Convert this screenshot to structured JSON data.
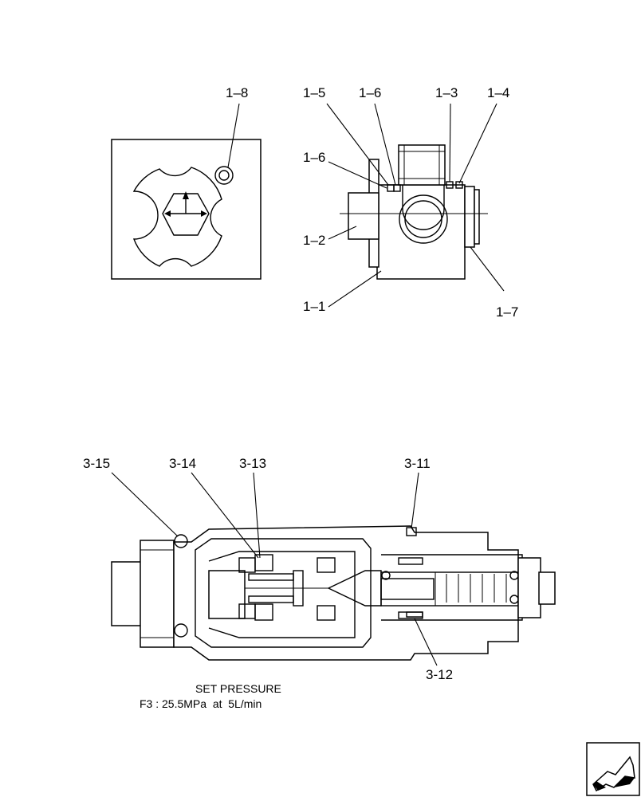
{
  "top_view_labels": {
    "l_1_8": "1–8",
    "l_1_5": "1–5",
    "l_1_6a": "1–6",
    "l_1_3": "1–3",
    "l_1_4": "1–4",
    "l_1_6b": "1–6",
    "l_1_2": "1–2",
    "l_1_1": "1–1",
    "l_1_7": "1–7"
  },
  "section_labels": {
    "l_3_15": "3-15",
    "l_3_14": "3-14",
    "l_3_13": "3-13",
    "l_3_11": "3-11",
    "l_3_12": "3-12"
  },
  "set_pressure": {
    "heading": "SET PRESSURE",
    "value": "F3 : 25.5MPa  at  5L/min"
  },
  "icons": {
    "nav": "next-page-arrow-icon"
  }
}
